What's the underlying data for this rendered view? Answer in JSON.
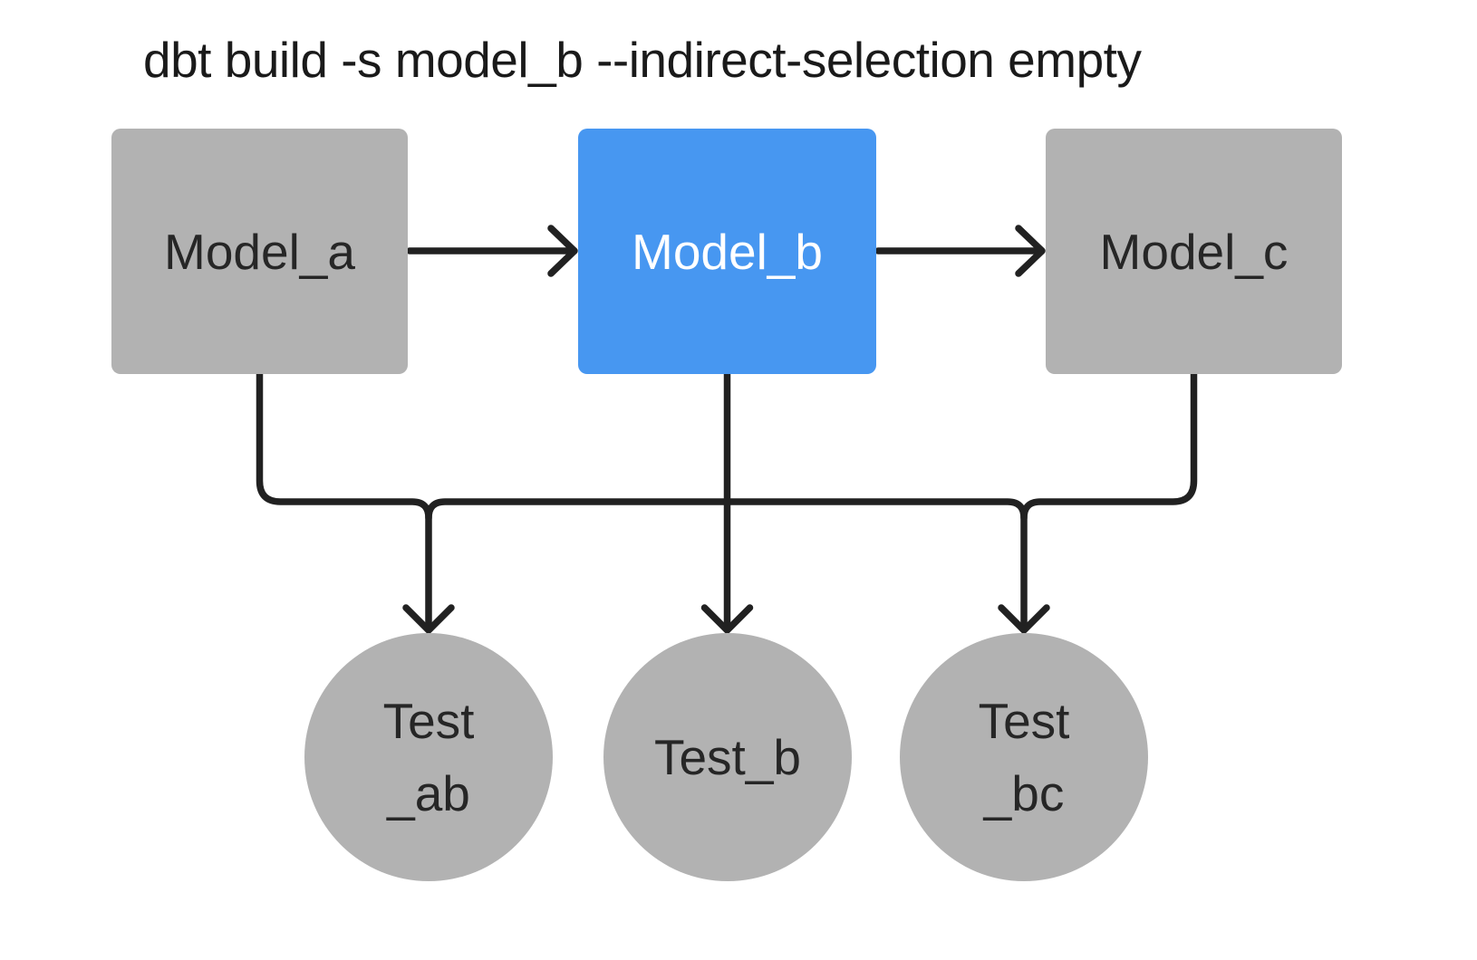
{
  "title": "dbt build -s model_b --indirect-selection empty",
  "colors": {
    "node_gray": "#b2b2b2",
    "node_selected_blue": "#4797f1",
    "edge": "#212121",
    "text_dark": "#262626",
    "text_light": "#ffffff",
    "background": "#ffffff"
  },
  "nodes": {
    "model_a": {
      "label": "Model_a",
      "kind": "model",
      "selected": false
    },
    "model_b": {
      "label": "Model_b",
      "kind": "model",
      "selected": true
    },
    "model_c": {
      "label": "Model_c",
      "kind": "model",
      "selected": false
    },
    "test_ab": {
      "line1": "Test",
      "line2": "_ab",
      "kind": "test"
    },
    "test_b": {
      "line1": "Test_b",
      "kind": "test"
    },
    "test_bc": {
      "line1": "Test",
      "line2": "_bc",
      "kind": "test"
    }
  },
  "edges": [
    {
      "from": "model_a",
      "to": "model_b"
    },
    {
      "from": "model_b",
      "to": "model_c"
    },
    {
      "from": "model_a",
      "to": "tests_bus"
    },
    {
      "from": "model_b",
      "to": "tests_bus"
    },
    {
      "from": "model_c",
      "to": "tests_bus"
    },
    {
      "from": "tests_bus",
      "to": "test_ab"
    },
    {
      "from": "tests_bus",
      "to": "test_b"
    },
    {
      "from": "tests_bus",
      "to": "test_bc"
    }
  ]
}
